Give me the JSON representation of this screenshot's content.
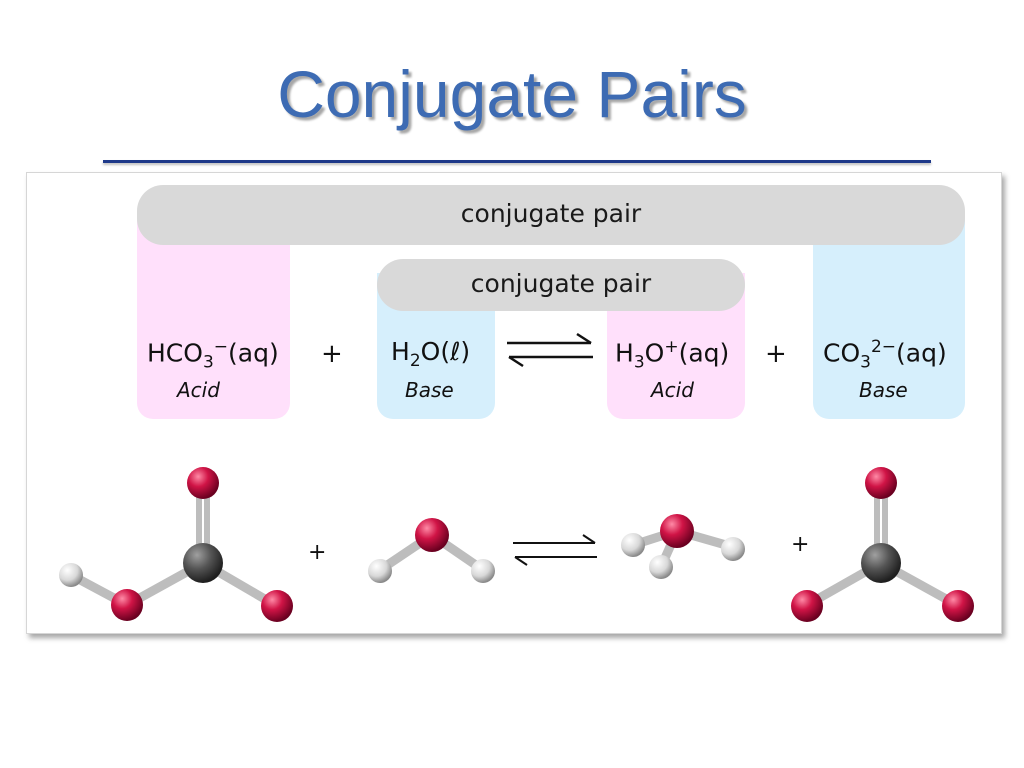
{
  "slide": {
    "title": "Conjugate Pairs"
  },
  "diagram": {
    "outer_pair_label": "conjugate pair",
    "inner_pair_label": "conjugate pair",
    "colors": {
      "acid_bg": "#ffe0fb",
      "base_bg": "#d6effc",
      "pill_bg": "#d9d9d9",
      "oxygen": "#d01446",
      "carbon": "#555555",
      "hydrogen": "#e6e6e6",
      "title": "#3d6bb3",
      "rule": "#1f3a8a"
    },
    "species": [
      {
        "main": "HCO",
        "sub": "3",
        "sup": "−",
        "state": "(aq)",
        "role": "Acid"
      },
      {
        "main": "H",
        "sub": "2",
        "mid": "O",
        "state": "(ℓ)",
        "role": "Base"
      },
      {
        "main": "H",
        "sub": "3",
        "mid": "O",
        "sup": "+",
        "state": "(aq)",
        "role": "Acid"
      },
      {
        "main": "CO",
        "sub": "3",
        "sup": "2−",
        "state": "(aq)",
        "role": "Base"
      }
    ],
    "plus_sign": "+",
    "molecules": [
      {
        "name": "bicarbonate",
        "icon": "bicarbonate-model"
      },
      {
        "name": "water",
        "icon": "water-model"
      },
      {
        "name": "hydronium",
        "icon": "hydronium-model"
      },
      {
        "name": "carbonate",
        "icon": "carbonate-model"
      }
    ]
  }
}
